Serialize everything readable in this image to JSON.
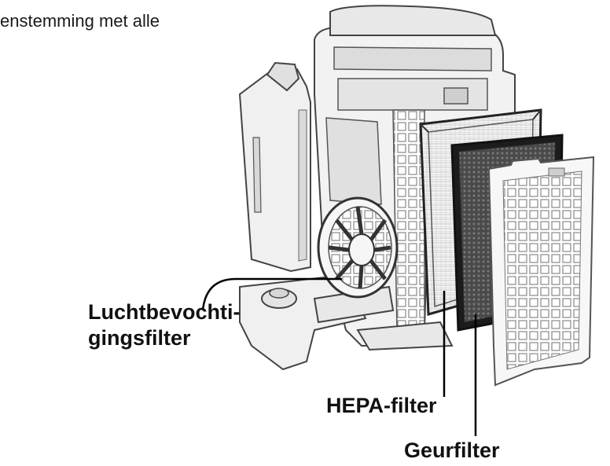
{
  "top_text": "enstemming met alle",
  "labels": {
    "humidifier_line1": "Luchtbevochti-",
    "humidifier_line2": "gingsfilter",
    "hepa": "HEPA-filter",
    "odor": "Geurfilter"
  }
}
